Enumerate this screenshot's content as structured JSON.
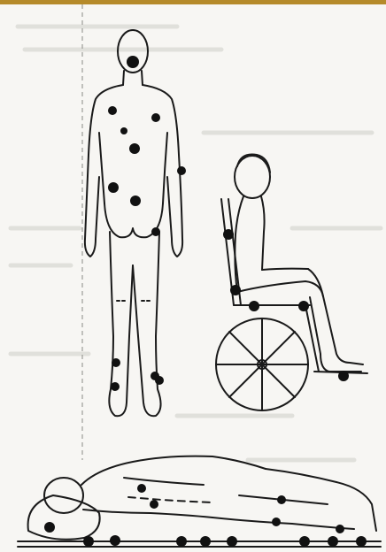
{
  "figure": {
    "subject": "pressure-points-diagram",
    "colors": {
      "paper": "#f7f6f3",
      "ink": "#1a1a1a",
      "top_rule": "#b58a2a",
      "faint_text": "#c8c8c2"
    },
    "figures": [
      {
        "name": "standing-figure-back-view",
        "pressure_points": 14
      },
      {
        "name": "wheelchair-seated-figure",
        "pressure_points": 6
      },
      {
        "name": "lying-side-figure",
        "pressure_points": 14
      }
    ]
  }
}
